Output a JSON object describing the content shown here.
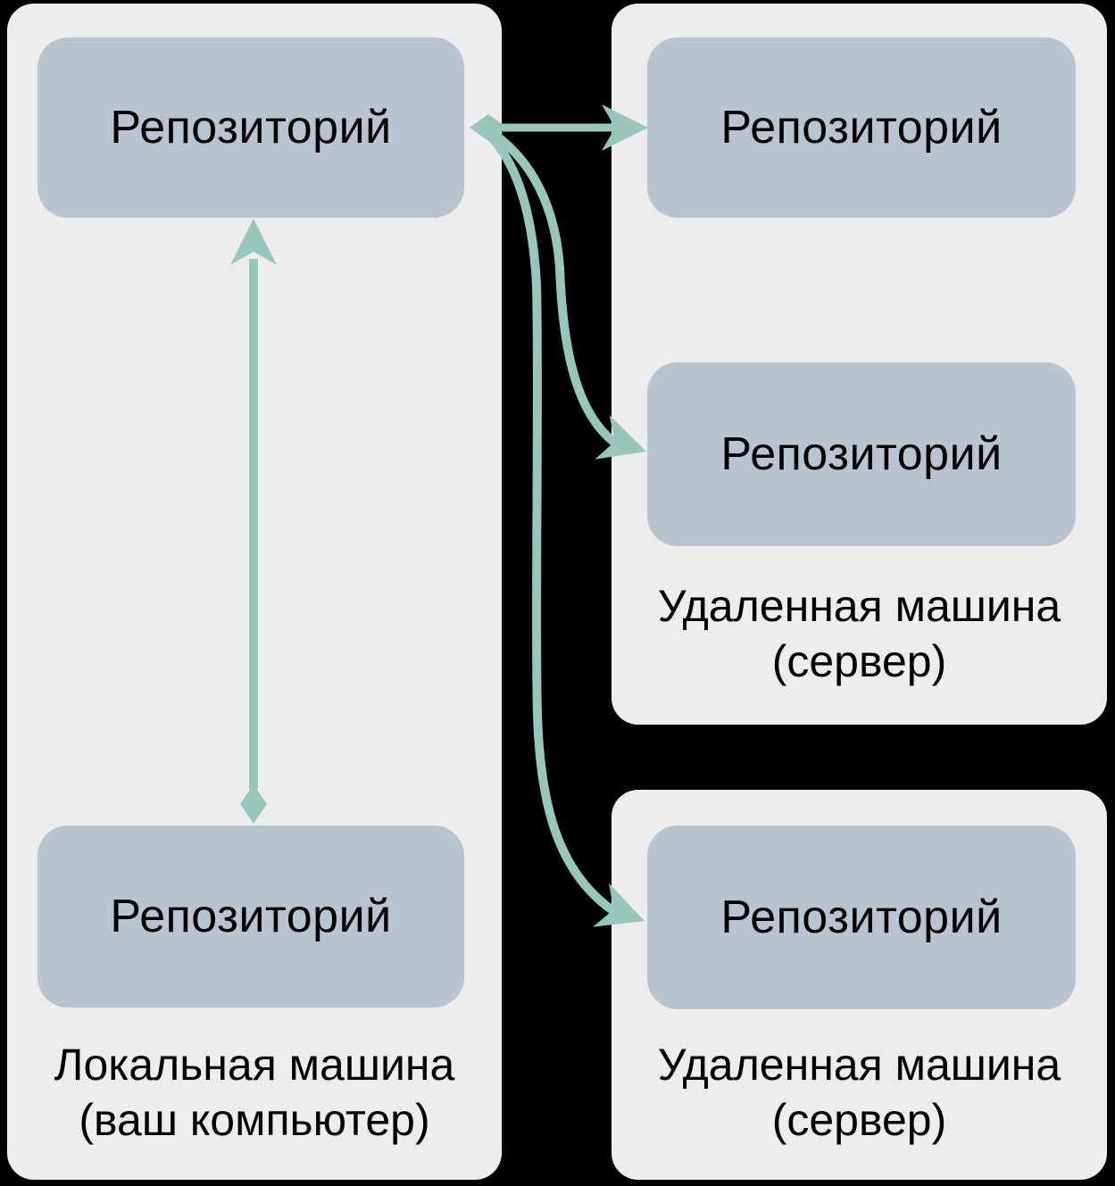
{
  "colors": {
    "background": "#000000",
    "panel": "#EDEDEE",
    "node": "#B9C4D0",
    "arrow": "#99C6BA",
    "text": "#000000"
  },
  "panels": {
    "local": {
      "label_line1": "Локальная машина",
      "label_line2": "(ваш компьютер)",
      "nodes": {
        "top": "Репозиторий",
        "bottom": "Репозиторий"
      }
    },
    "remote_top": {
      "label_line1": "Удаленная машина",
      "label_line2": "(сервер)",
      "nodes": {
        "top": "Репозиторий",
        "middle": "Репозиторий"
      }
    },
    "remote_bottom": {
      "label_line1": "Удаленная машина",
      "label_line2": "(сервер)",
      "nodes": {
        "only": "Репозиторий"
      }
    }
  }
}
